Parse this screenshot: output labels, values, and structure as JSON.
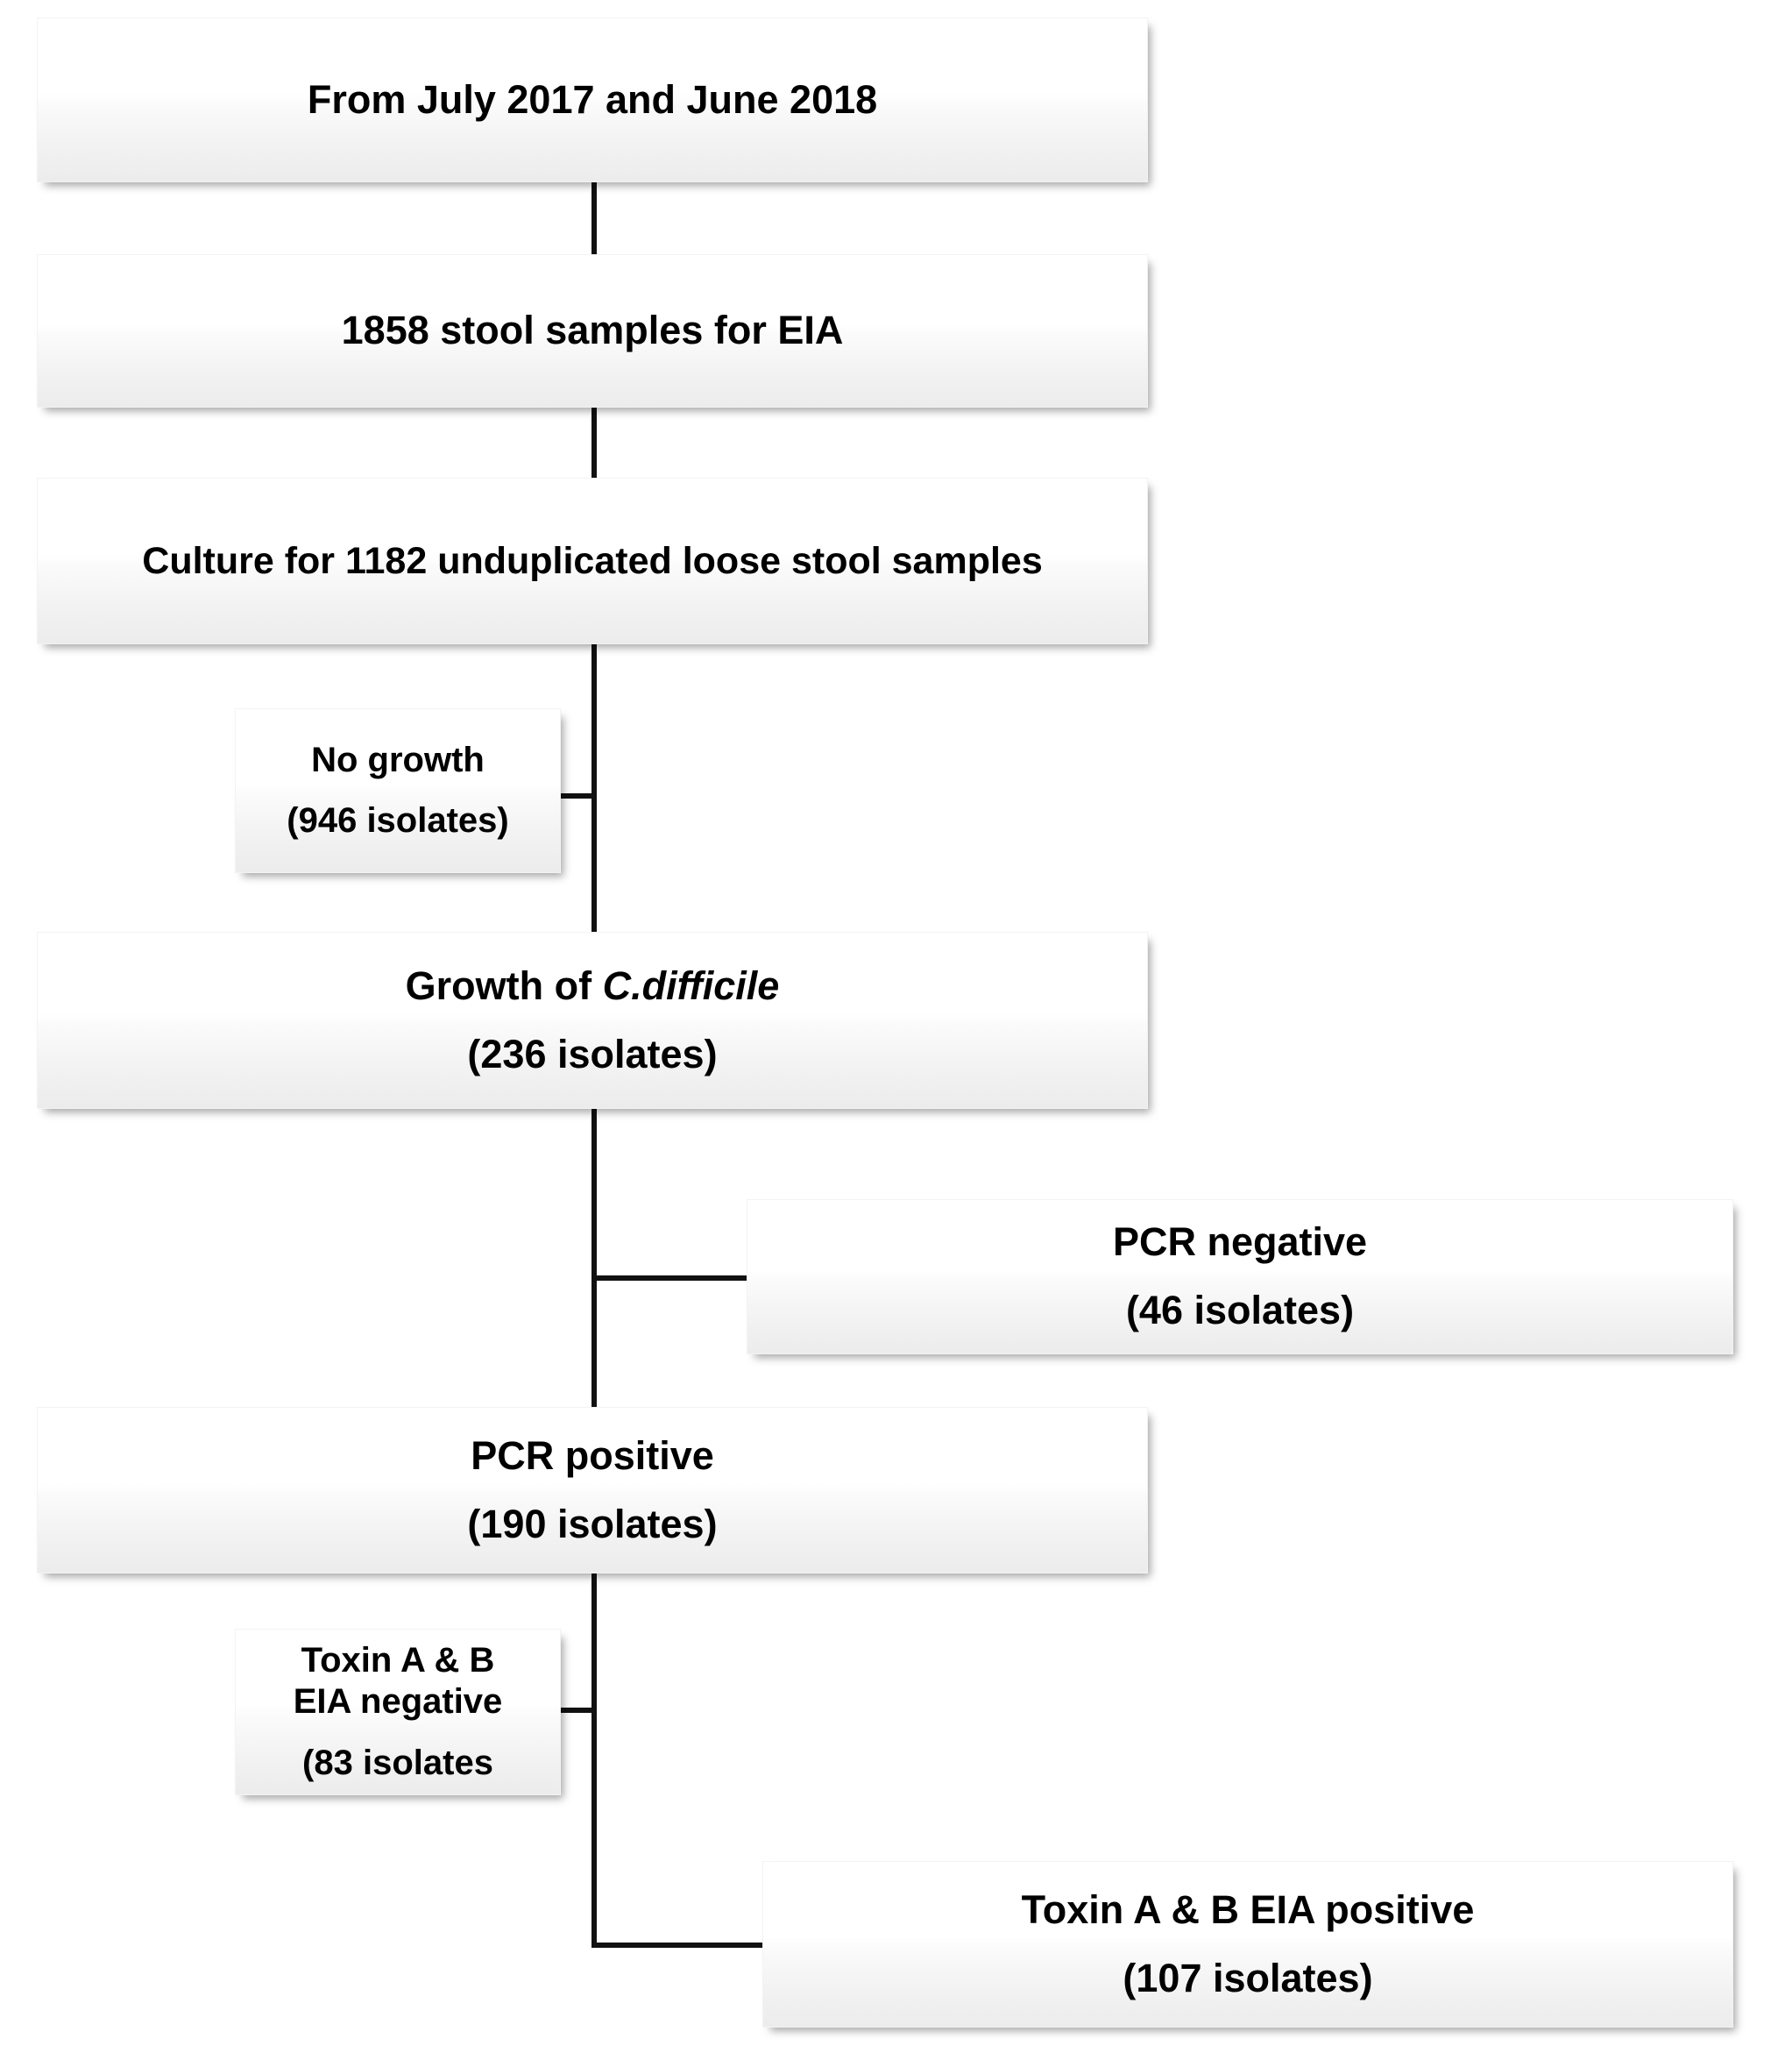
{
  "figure": {
    "type": "flowchart",
    "orientation": "vertical",
    "background_color": "#ffffff",
    "text_color": "#000000",
    "connector_color": "#111111"
  },
  "nodes": {
    "period": {
      "id": "period",
      "line1": "From July 2017 and June 2018"
    },
    "eia_samples": {
      "id": "eia-samples",
      "line1": "1858 stool samples for EIA"
    },
    "culture": {
      "id": "culture",
      "line1": "Culture for 1182 unduplicated loose stool samples"
    },
    "no_growth": {
      "id": "no-growth",
      "line1": "No growth",
      "line2": "(946 isolates)"
    },
    "growth": {
      "id": "growth",
      "line1_prefix": "Growth of ",
      "line1_italic": "C.difficile",
      "line2": "(236 isolates)"
    },
    "pcr_negative": {
      "id": "pcr-negative",
      "line1": "PCR negative",
      "line2": "(46 isolates)"
    },
    "pcr_positive": {
      "id": "pcr-positive",
      "line1": "PCR positive",
      "line2": "(190 isolates)"
    },
    "toxin_negative": {
      "id": "toxin-negative",
      "line1": "Toxin A & B",
      "line2": "EIA negative",
      "line3": "(83 isolates"
    },
    "toxin_positive": {
      "id": "toxin-positive",
      "line1": "Toxin A & B EIA positive",
      "line2": "(107 isolates)"
    }
  },
  "counts": {
    "stool_samples_eia": 1858,
    "cultured_unduplicated_loose_stool": 1182,
    "no_growth_isolates": 946,
    "growth_cdifficile_isolates": 236,
    "pcr_negative_isolates": 46,
    "pcr_positive_isolates": 190,
    "toxin_eia_negative_isolates": 83,
    "toxin_eia_positive_isolates": 107
  }
}
